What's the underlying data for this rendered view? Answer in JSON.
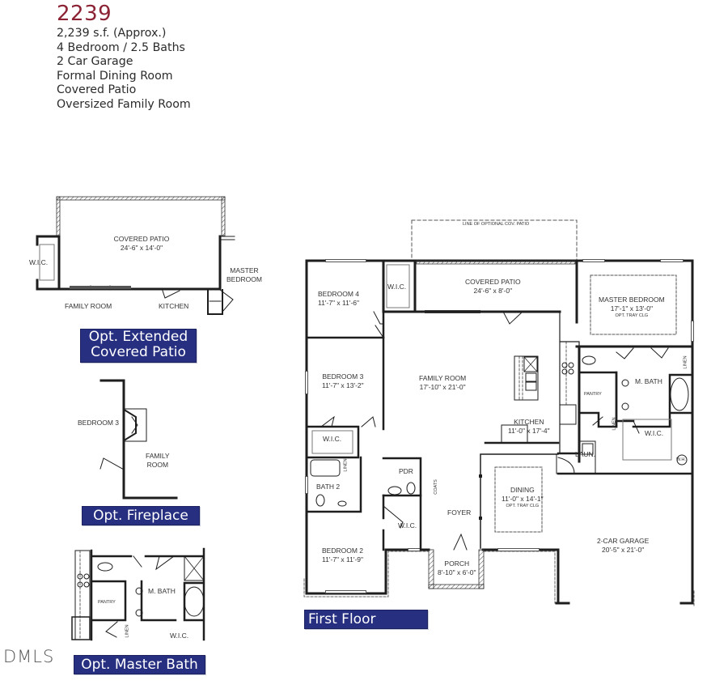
{
  "header": {
    "plan_number": "2239",
    "features": [
      "2,239 s.f. (Approx.)",
      "4 Bedroom / 2.5 Baths",
      "2 Car Garage",
      "Formal Dining Room",
      "Covered Patio",
      "Oversized Family Room"
    ]
  },
  "colors": {
    "title": "#8b2335",
    "banner_bg": "#272f80",
    "banner_text": "#ffffff",
    "wall": "#1e1e1e"
  },
  "options": {
    "extended_patio": {
      "banner_lines": [
        "Opt. Extended",
        "Covered Patio"
      ],
      "rooms": {
        "patio_name": "COVERED PATIO",
        "patio_size": "24'-6\" x 14'-0\"",
        "wic": "W.I.C.",
        "master_line1": "MASTER",
        "master_line2": "BEDROOM",
        "family": "FAMILY ROOM",
        "kitchen": "KITCHEN"
      }
    },
    "fireplace": {
      "banner": "Opt. Fireplace",
      "rooms": {
        "bedroom3": "BEDROOM 3",
        "family_line1": "FAMILY",
        "family_line2": "ROOM"
      }
    },
    "master_bath": {
      "banner": "Opt. Master Bath",
      "rooms": {
        "pantry": "PANTRY",
        "mbath": "M. BATH",
        "wic": "W.I.C.",
        "linen": "LINEN"
      }
    }
  },
  "first_floor": {
    "banner": "First Floor",
    "optional_patio_note": "LINE OF OPTIONAL COV. PATIO",
    "rooms": [
      {
        "name": "BEDROOM 4",
        "size": "11'-7\" x 11'-6\""
      },
      {
        "name": "W.I.C."
      },
      {
        "name": "COVERED PATIO",
        "size": "24'-6\" x 8'-0\""
      },
      {
        "name": "MASTER BEDROOM",
        "size": "17'-1\" x 13'-0\"",
        "note": "OPT. TRAY CLG"
      },
      {
        "name": "BEDROOM 3",
        "size": "11'-7\" x 13'-2\""
      },
      {
        "name": "FAMILY ROOM",
        "size": "17'-10\" x 21'-0\""
      },
      {
        "name": "KITCHEN",
        "size": "11'-0\" x 17'-4\""
      },
      {
        "name": "PANTRY"
      },
      {
        "name": "M. BATH"
      },
      {
        "name": "W.I.C."
      },
      {
        "name": "LAUN."
      },
      {
        "name": "W.H."
      },
      {
        "name": "W.I.C."
      },
      {
        "name": "BATH 2"
      },
      {
        "name": "PDR"
      },
      {
        "name": "COATS"
      },
      {
        "name": "FOYER"
      },
      {
        "name": "DINING",
        "size": "11'-0\" x 14'-1\"",
        "note": "OPT. TRAY CLG"
      },
      {
        "name": "W.I.C."
      },
      {
        "name": "BEDROOM 2",
        "size": "11'-7\" x 11'-9\""
      },
      {
        "name": "PORCH",
        "size": "8'-10\" x 6'-0\""
      },
      {
        "name": "2-CAR GARAGE",
        "size": "20'-5\" x 21'-0\""
      },
      {
        "name": "LINEN"
      },
      {
        "name": "LINEN"
      },
      {
        "name": "LINEN"
      }
    ]
  },
  "watermark": "DMLS"
}
